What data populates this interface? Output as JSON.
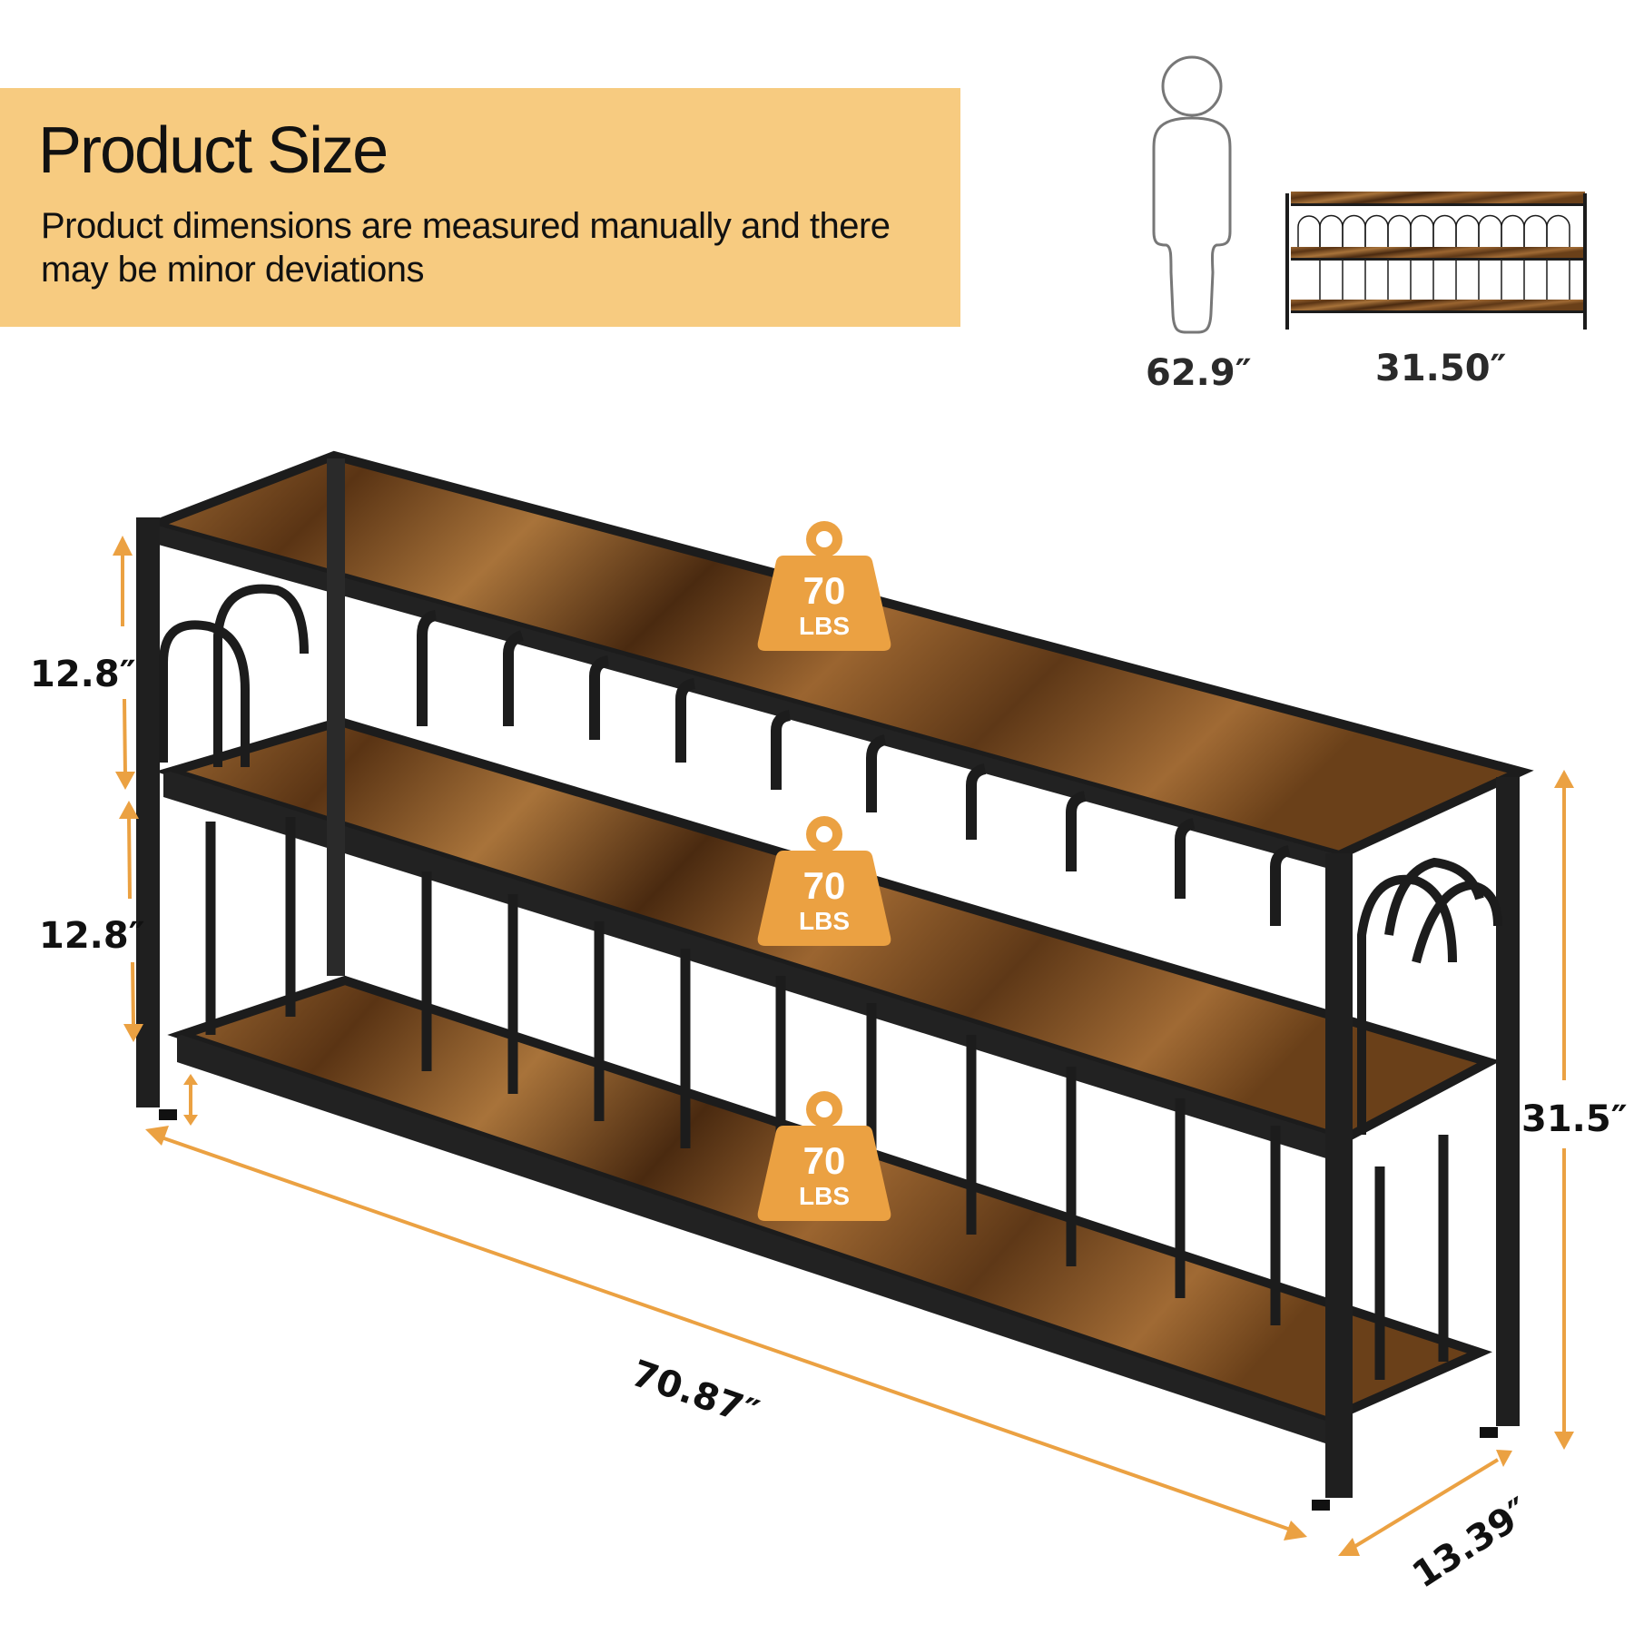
{
  "header": {
    "title": "Product Size",
    "subtitle": "Product dimensions are measured manually and there may be minor deviations",
    "banner_color": "#f7cb80"
  },
  "reference": {
    "person_icon": "person-outline-icon",
    "person_height": "62.9″",
    "shelf_thumbnail": "shelf-thumbnail",
    "shelf_height": "31.50″"
  },
  "product": {
    "name": "3-tier console table with arched metal frame",
    "wood_color": "#8a5a2b",
    "frame_color": "#1c1c1c"
  },
  "dimensions": {
    "shelf_gap_top": "12.8″",
    "shelf_gap_bottom": "12.8″",
    "total_height": "31.5″",
    "length": "70.87″",
    "depth": "13.39″",
    "arrow_color": "#eba142"
  },
  "load_capacity": [
    {
      "tier": "top",
      "value": "70",
      "unit": "LBS"
    },
    {
      "tier": "middle",
      "value": "70",
      "unit": "LBS"
    },
    {
      "tier": "bottom",
      "value": "70",
      "unit": "LBS"
    }
  ],
  "badge_color": "#eba142"
}
